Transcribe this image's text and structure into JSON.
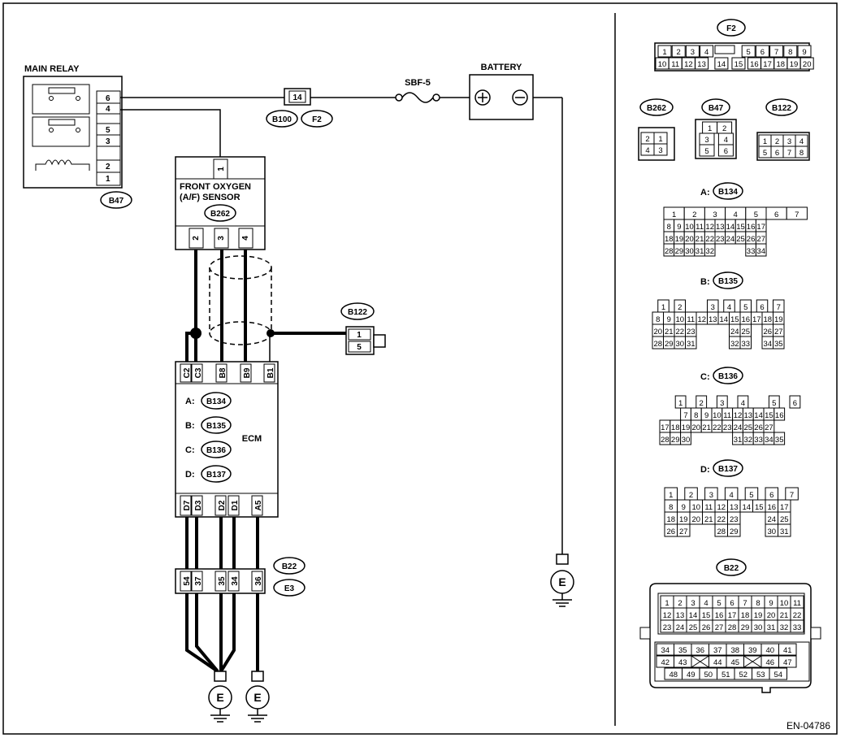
{
  "figure_id": "EN-04786",
  "main_relay": {
    "label": "MAIN RELAY",
    "pins": [
      "6",
      "4",
      "5",
      "3",
      "2",
      "1"
    ],
    "connector": "B47"
  },
  "battery": {
    "label": "BATTERY"
  },
  "fuse": {
    "label": "SBF-5"
  },
  "inline_connector": {
    "pin": "14",
    "tags": [
      "B100",
      "F2"
    ]
  },
  "sensor": {
    "label_line1": "FRONT OXYGEN",
    "label_line2": "(A/F) SENSOR",
    "connector": "B262",
    "top_pin": "1",
    "bottom_pins": [
      "2",
      "3",
      "4"
    ]
  },
  "b122": {
    "label": "B122",
    "pins": [
      "1",
      "5"
    ]
  },
  "ecm": {
    "label": "ECM",
    "top_pins": [
      "C2",
      "C3",
      "B8",
      "B9",
      "B1"
    ],
    "bottom_pins": [
      "D7",
      "D3",
      "D2",
      "D1",
      "A5"
    ],
    "connectors": [
      {
        "letter": "A:",
        "tag": "B134"
      },
      {
        "letter": "B:",
        "tag": "B135"
      },
      {
        "letter": "C:",
        "tag": "B136"
      },
      {
        "letter": "D:",
        "tag": "B137"
      }
    ]
  },
  "b22_inline": {
    "pins": [
      "54",
      "37",
      "35",
      "34",
      "36"
    ],
    "tags": [
      "B22",
      "E3"
    ]
  },
  "ground": {
    "label": "E"
  },
  "connector_views": {
    "f2": {
      "title": "F2",
      "row1": [
        "1",
        "2",
        "3",
        "4",
        "5",
        "6",
        "7",
        "8",
        "9"
      ],
      "row2": [
        "10",
        "11",
        "12",
        "13",
        "14",
        "15",
        "16",
        "17",
        "18",
        "19",
        "20"
      ]
    },
    "b262": {
      "title": "B262",
      "rows": [
        [
          "2",
          "1"
        ],
        [
          "4",
          "3"
        ]
      ]
    },
    "b47": {
      "title": "B47",
      "rows": [
        [
          "1",
          "2"
        ],
        [
          "3",
          "4"
        ],
        [
          "5",
          "6"
        ]
      ]
    },
    "b122": {
      "title": "B122",
      "rows": [
        [
          "1",
          "2",
          "3",
          "4"
        ],
        [
          "5",
          "6",
          "7",
          "8"
        ]
      ]
    },
    "b134": {
      "title": "A:",
      "tag": "B134",
      "rows": [
        [
          "1",
          "2",
          "3",
          "4",
          "5",
          "6",
          "7"
        ],
        [
          "8",
          "9",
          "10",
          "11",
          "12",
          "13",
          "14",
          "15",
          "16",
          "17"
        ],
        [
          "18",
          "19",
          "20",
          "21",
          "22",
          "23",
          "24",
          "25",
          "26",
          "27"
        ],
        [
          "28",
          "29",
          "30",
          "31",
          "32",
          "33",
          "34"
        ]
      ]
    },
    "b135": {
      "title": "B:",
      "tag": "B135",
      "rows": [
        [
          "1",
          "2",
          "3",
          "4",
          "5",
          "6",
          "7"
        ],
        [
          "8",
          "9",
          "10",
          "11",
          "12",
          "13",
          "14",
          "15",
          "16",
          "17",
          "18",
          "19"
        ],
        [
          "20",
          "21",
          "22",
          "23",
          "24",
          "25",
          "26",
          "27"
        ],
        [
          "28",
          "29",
          "30",
          "31",
          "32",
          "33",
          "34",
          "35"
        ]
      ]
    },
    "b136": {
      "title": "C:",
      "tag": "B136",
      "rows": [
        [
          "1",
          "2",
          "3",
          "4",
          "5",
          "6"
        ],
        [
          "7",
          "8",
          "9",
          "10",
          "11",
          "12",
          "13",
          "14",
          "15",
          "16"
        ],
        [
          "17",
          "18",
          "19",
          "20",
          "21",
          "22",
          "23",
          "24",
          "25",
          "26",
          "27"
        ],
        [
          "28",
          "29",
          "30",
          "31",
          "32",
          "33",
          "34",
          "35"
        ]
      ]
    },
    "b137": {
      "title": "D:",
      "tag": "B137",
      "rows": [
        [
          "1",
          "2",
          "3",
          "4",
          "5",
          "6",
          "7"
        ],
        [
          "8",
          "9",
          "10",
          "11",
          "12",
          "13",
          "14",
          "15",
          "16",
          "17"
        ],
        [
          "18",
          "19",
          "20",
          "21",
          "22",
          "23",
          "24",
          "25"
        ],
        [
          "26",
          "27",
          "28",
          "29",
          "30",
          "31"
        ]
      ]
    },
    "b22": {
      "title": "B22",
      "rows": [
        [
          "1",
          "2",
          "3",
          "4",
          "5",
          "6",
          "7",
          "8",
          "9",
          "10",
          "11"
        ],
        [
          "12",
          "13",
          "14",
          "15",
          "16",
          "17",
          "18",
          "19",
          "20",
          "21",
          "22"
        ],
        [
          "23",
          "24",
          "25",
          "26",
          "27",
          "28",
          "29",
          "30",
          "31",
          "32",
          "33"
        ],
        [
          "34",
          "35",
          "36",
          "37",
          "38",
          "39",
          "40",
          "41"
        ],
        [
          "42",
          "43",
          "44",
          "45",
          "46",
          "47"
        ],
        [
          "48",
          "49",
          "50",
          "51",
          "52",
          "53",
          "54"
        ]
      ]
    }
  }
}
